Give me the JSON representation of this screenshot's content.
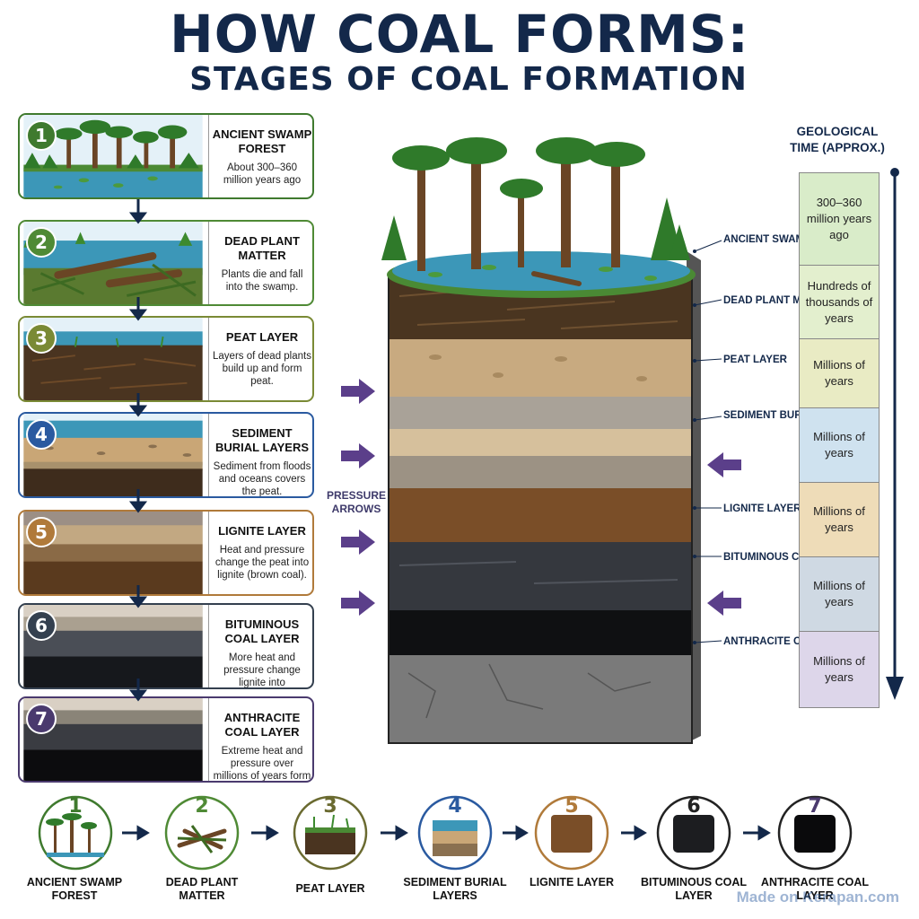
{
  "title": "HOW COAL FORMS:",
  "subtitle": "STAGES OF COAL FORMATION",
  "stages": [
    {
      "num": "1",
      "name": "ANCIENT SWAMP FOREST",
      "desc": "About 300–360 million years ago",
      "color": "#3f7a2e"
    },
    {
      "num": "2",
      "name": "DEAD PLANT MATTER",
      "desc": "Plants die and fall into the swamp.",
      "color": "#4f8a35"
    },
    {
      "num": "3",
      "name": "PEAT LAYER",
      "desc": "Layers of dead plants build up and form peat.",
      "color": "#7a8a35"
    },
    {
      "num": "4",
      "name": "SEDIMENT BURIAL LAYERS",
      "desc": "Sediment from floods and oceans covers the peat.",
      "color": "#2a5aa0"
    },
    {
      "num": "5",
      "name": "LIGNITE LAYER",
      "desc": "Heat and pressure change the peat into lignite (brown coal).",
      "color": "#b07a3a"
    },
    {
      "num": "6",
      "name": "BITUMINOUS COAL LAYER",
      "desc": "More heat and pressure change lignite into bituminous coal.",
      "color": "#34404f"
    },
    {
      "num": "7",
      "name": "ANTHRACITE COAL LAYER",
      "desc": "Extreme heat and pressure over millions of years form anthracite coal.",
      "color": "#4a3a6e"
    }
  ],
  "pressure_label": "PRESSURE ARROWS",
  "layer_labels": [
    "ANCIENT SWAMP FOREST",
    "DEAD PLANT MATTER",
    "PEAT LAYER",
    "SEDIMENT BURIAL LAYERS",
    "LIGNITE LAYER",
    "BITUMINOUS COAL LAYER",
    "ANTHRACITE COAL LAYER"
  ],
  "timeline": {
    "title": "GEOLOGICAL TIME (APPROX.)",
    "entries": [
      {
        "text": "300–360 million years ago",
        "color": "#d9ecc9"
      },
      {
        "text": "Hundreds of thousands of years",
        "color": "#e3efce"
      },
      {
        "text": "Millions of years",
        "color": "#e9ebc4"
      },
      {
        "text": "Millions of years",
        "color": "#cfe2ef"
      },
      {
        "text": "Millions of years",
        "color": "#eedcb8"
      },
      {
        "text": "Millions of years",
        "color": "#cfd9e3"
      },
      {
        "text": "Millions of years",
        "color": "#ddd6ea"
      }
    ]
  },
  "bottom_labels": [
    "ANCIENT SWAMP FOREST",
    "DEAD PLANT MATTER",
    "PEAT LAYER",
    "SEDIMENT BURIAL LAYERS",
    "LIGNITE LAYER",
    "BITUMINOUS COAL LAYER",
    "ANTHRACITE COAL LAYER"
  ],
  "watermark": "Made on Kerapan.com",
  "colors": {
    "navy": "#13284a",
    "pressure": "#5b3f8a"
  }
}
